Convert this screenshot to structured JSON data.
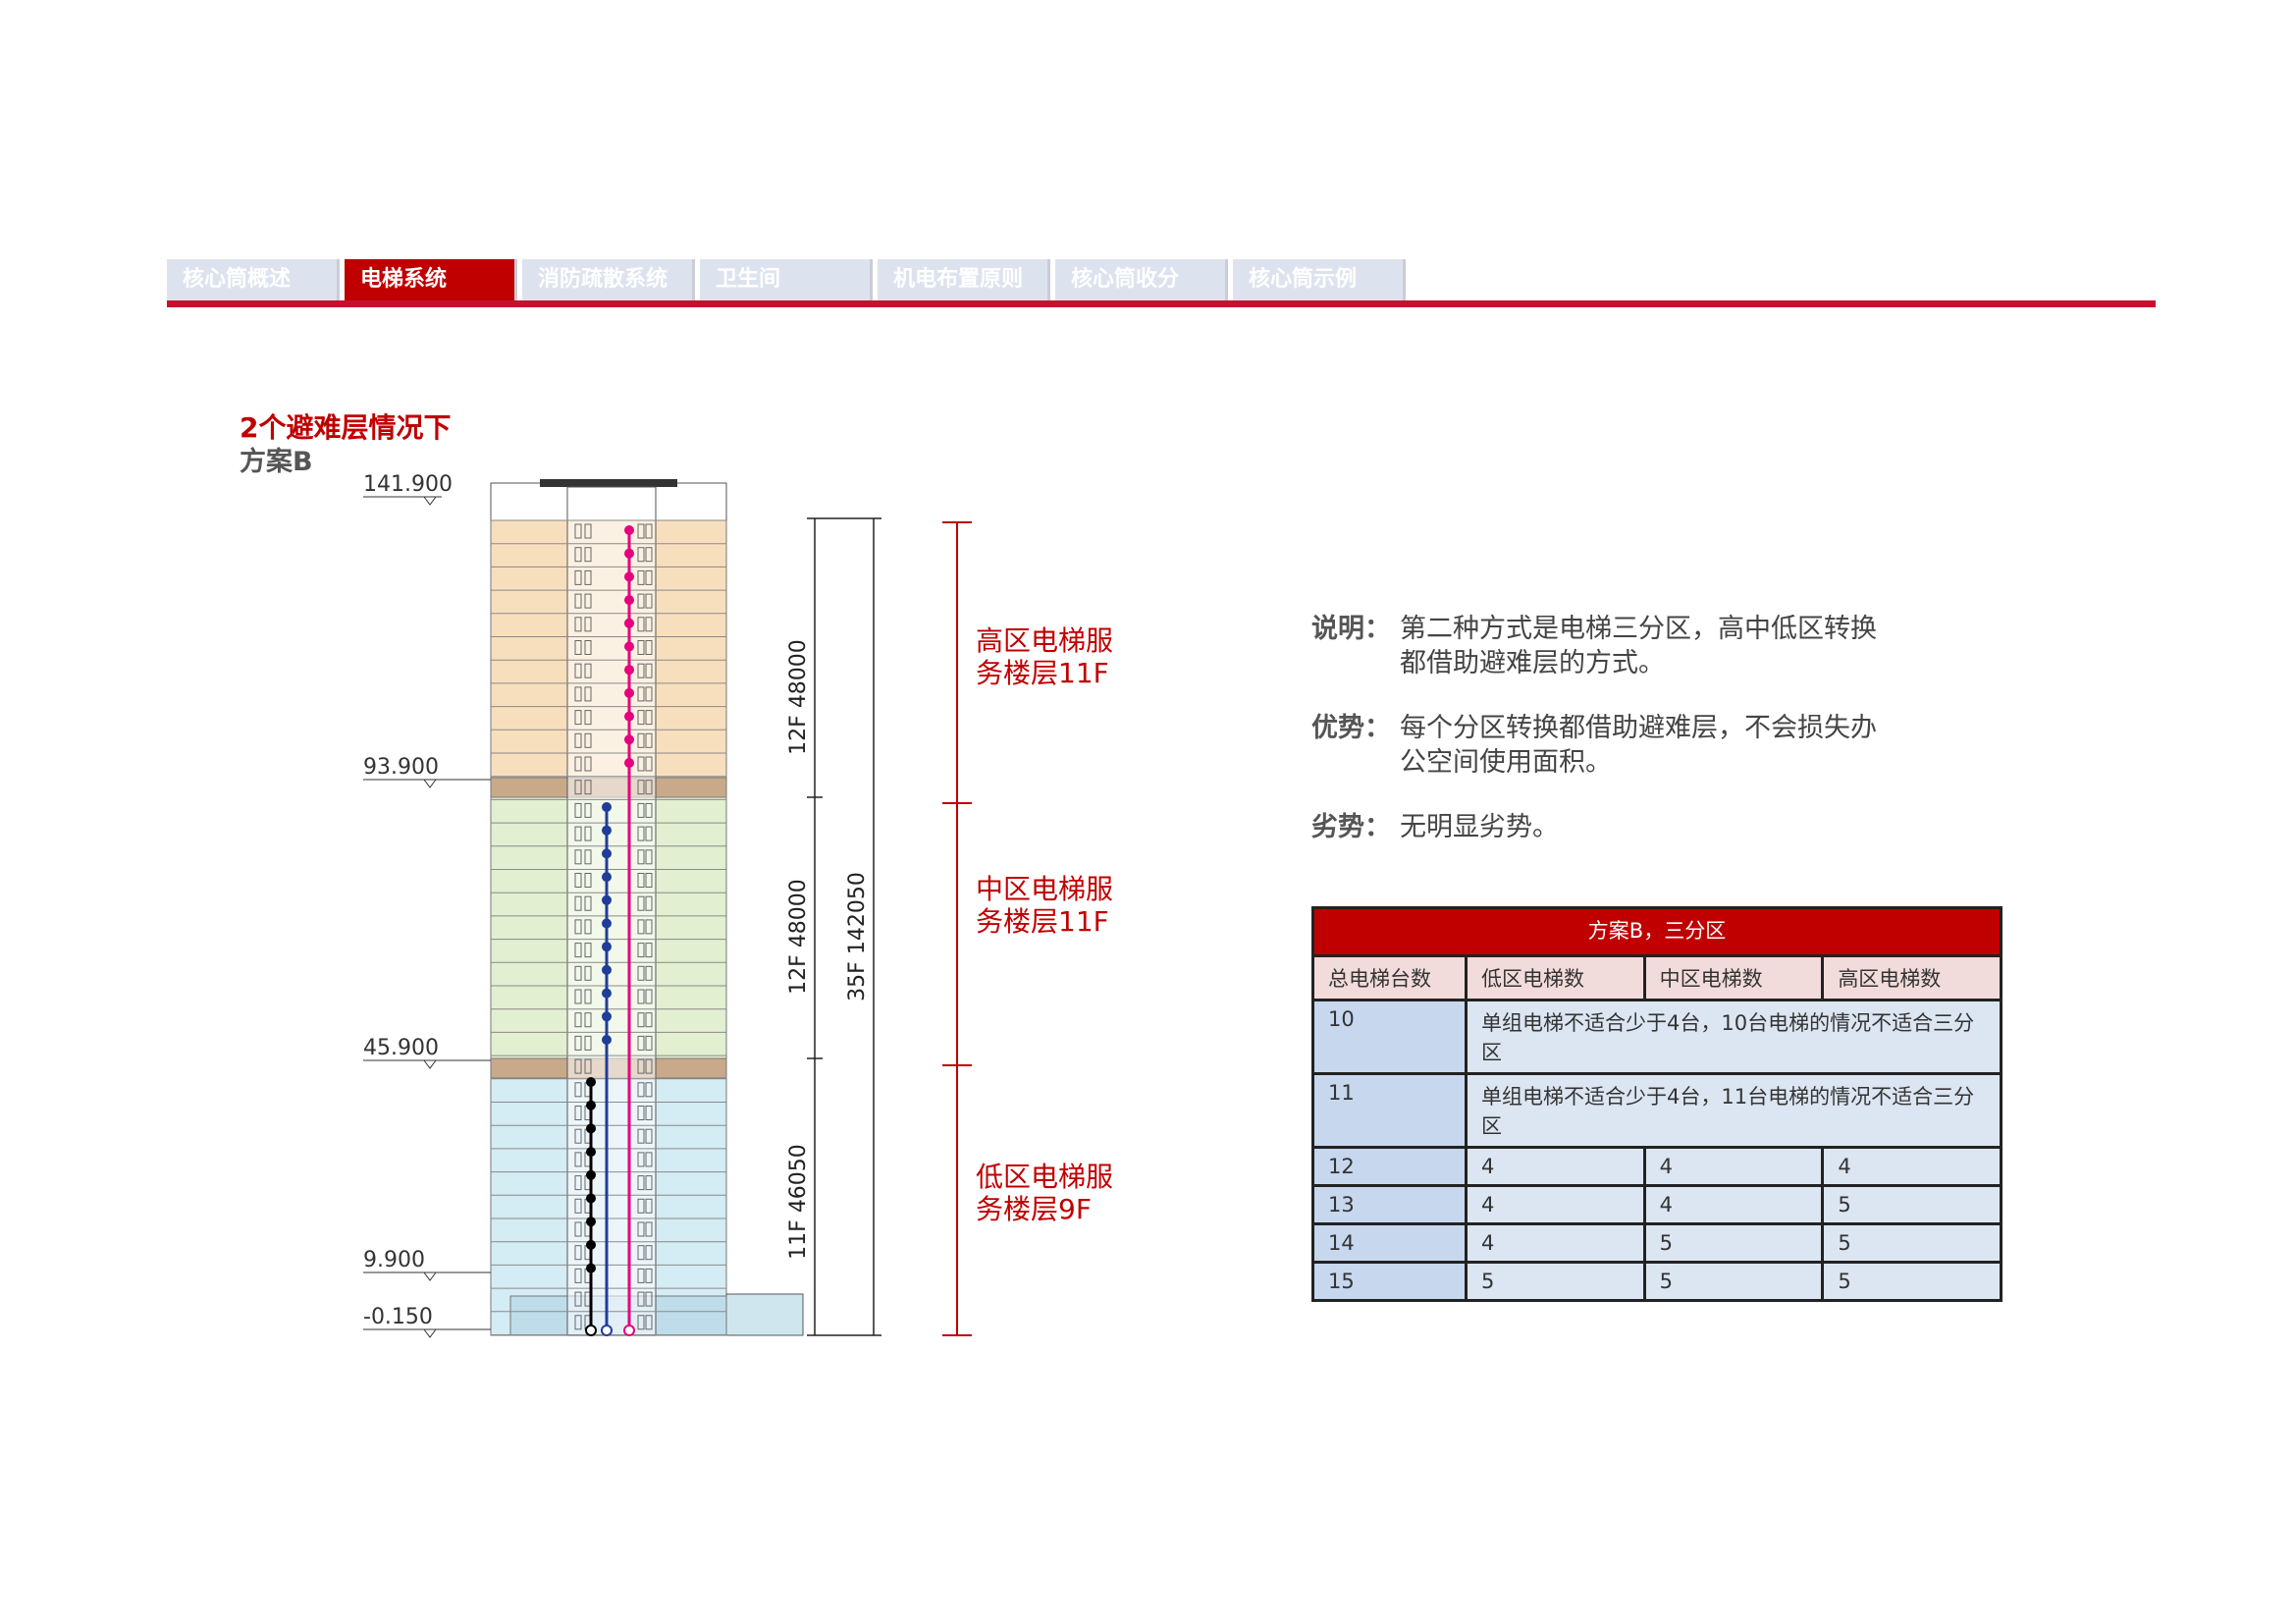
{
  "tabs": [
    {
      "label": "核心筒概述",
      "active": false
    },
    {
      "label": "电梯系统",
      "active": true
    },
    {
      "label": "消防疏散系统",
      "active": false
    },
    {
      "label": "卫生间",
      "active": false
    },
    {
      "label": "机电布置原则",
      "active": false
    },
    {
      "label": "核心筒收分",
      "active": false
    },
    {
      "label": "核心筒示例",
      "active": false
    }
  ],
  "heading": {
    "title": "2个避难层情况下",
    "subtitle": "方案B"
  },
  "section": {
    "levels": [
      "141.900",
      "93.900",
      "45.900",
      "9.900",
      "-0.150"
    ],
    "dims": {
      "high": "12F  48000",
      "mid": "12F  48000",
      "low": "11F  46050",
      "total": "35F  142050"
    }
  },
  "zones": {
    "high": {
      "line1": "高区电梯服",
      "line2": "务楼层11F"
    },
    "mid": {
      "line1": "中区电梯服",
      "line2": "务楼层11F"
    },
    "low": {
      "line1": "低区电梯服",
      "line2": "务楼层9F"
    }
  },
  "colors": {
    "accent": "#c00000",
    "high_zone": "#f7dfbe",
    "mid_zone": "#e2efd0",
    "low_zone": "#d4ecf3",
    "refuge": "#c8a98a",
    "pink": "#e6007e",
    "blue": "#1f3d99",
    "black": "#000000"
  },
  "description": {
    "explain": {
      "key": "说明：",
      "line1": "第二种方式是电梯三分区，高中低区转换",
      "line2": "都借助避难层的方式。"
    },
    "advantage": {
      "key": "优势：",
      "line1": "每个分区转换都借助避难层，不会损失办",
      "line2": "公空间使用面积。"
    },
    "disadvantage": {
      "key": "劣势：",
      "line1": "无明显劣势。"
    }
  },
  "table": {
    "caption": "方案B，三分区",
    "headers": [
      "总电梯台数",
      "低区电梯数",
      "中区电梯数",
      "高区电梯数"
    ],
    "rows": [
      {
        "total": "10",
        "merged": "单组电梯不适合少于4台，10台电梯的情况不适合三分区"
      },
      {
        "total": "11",
        "merged": "单组电梯不适合少于4台，11台电梯的情况不适合三分区"
      },
      {
        "total": "12",
        "low": "4",
        "mid": "4",
        "high": "4"
      },
      {
        "total": "13",
        "low": "4",
        "mid": "4",
        "high": "5"
      },
      {
        "total": "14",
        "low": "4",
        "mid": "5",
        "high": "5"
      },
      {
        "total": "15",
        "low": "5",
        "mid": "5",
        "high": "5"
      }
    ]
  }
}
